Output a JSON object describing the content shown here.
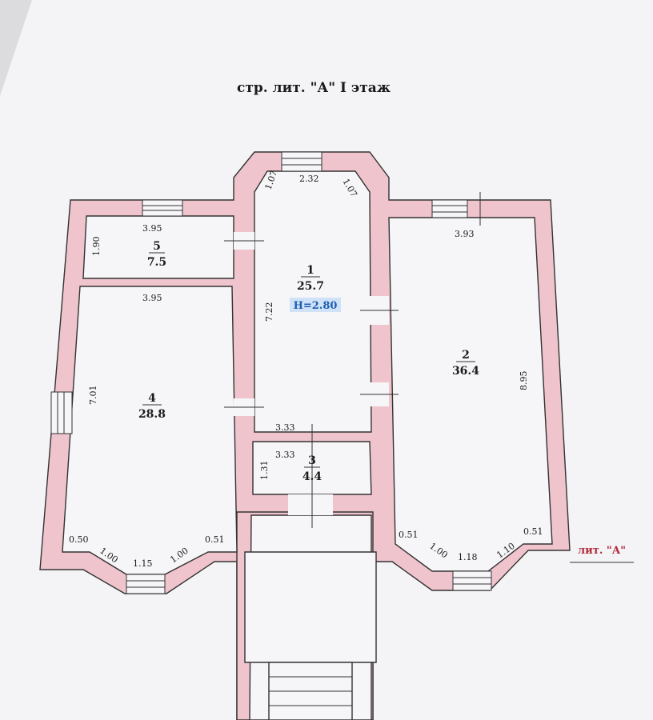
{
  "title": "стр. лит. \"А\" I этаж",
  "rooms": [
    {
      "number": "1",
      "area": "25.7",
      "height": "H=2.80"
    },
    {
      "number": "2",
      "area": "36.4"
    },
    {
      "number": "3",
      "area": "4.4"
    },
    {
      "number": "4",
      "area": "28.8"
    },
    {
      "number": "5",
      "area": "7.5"
    }
  ],
  "dims": {
    "r1_bay_left": "1.07",
    "r1_bay_top": "2.32",
    "r1_bay_right": "1.07",
    "r1_height": "7.22",
    "r5_width": "3.95",
    "r5_depth": "1.90",
    "r4_top": "3.95",
    "r4_height": "7.01",
    "r4_bay_left_side": "0.50",
    "r4_bay_left_diag": "1.00",
    "r4_bay_front": "1.15",
    "r4_bay_right_diag": "1.00",
    "r4_bay_right_side": "0.51",
    "r3_top_outer": "3.33",
    "r3_top_inner": "3.33",
    "r3_depth": "1.31",
    "r2_width": "3.93",
    "r2_height": "8.95",
    "r2_bay_left_side": "0.51",
    "r2_bay_left_diag": "1.00",
    "r2_bay_front": "1.18",
    "r2_bay_right_diag": "1.10",
    "r2_bay_right_side": "0.51"
  },
  "section_label": "лит. \"А\"",
  "colors": {
    "wall": "#efc4cd",
    "paper": "#f6f6f8",
    "height_text": "#1f5fb0",
    "label_red": "#b02a3a"
  }
}
